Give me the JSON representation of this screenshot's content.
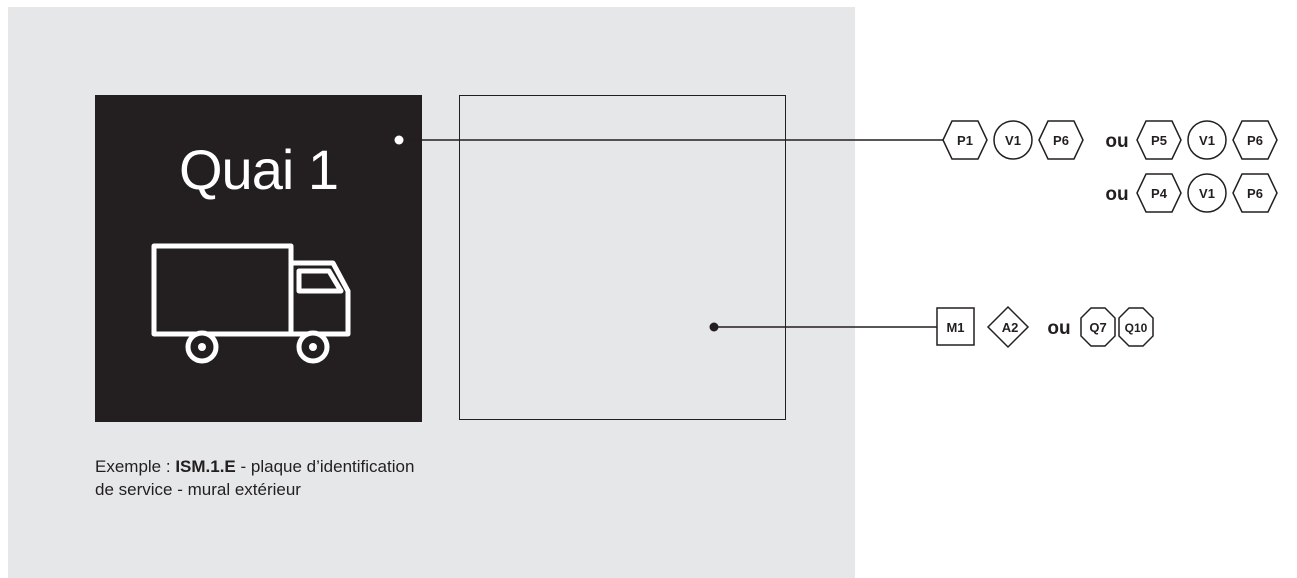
{
  "sign": {
    "title": "Quai 1",
    "icon": "truck-icon"
  },
  "caption": {
    "prefix": "Exemple : ",
    "code": "ISM.1.E",
    "suffix": " - plaque d’identification",
    "line2": "de service - mural extérieur"
  },
  "connector_top": {
    "row1": [
      "P1",
      "V1",
      "P6",
      "ou",
      "P5",
      "V1",
      "P6"
    ],
    "row2": [
      "ou",
      "P4",
      "V1",
      "P6"
    ]
  },
  "connector_bottom": {
    "row": [
      "M1",
      "A2",
      "ou",
      "Q7",
      "Q10"
    ]
  },
  "colors": {
    "panel": "#e6e7e8",
    "sign": "#231f20",
    "ink": "#231f20"
  }
}
